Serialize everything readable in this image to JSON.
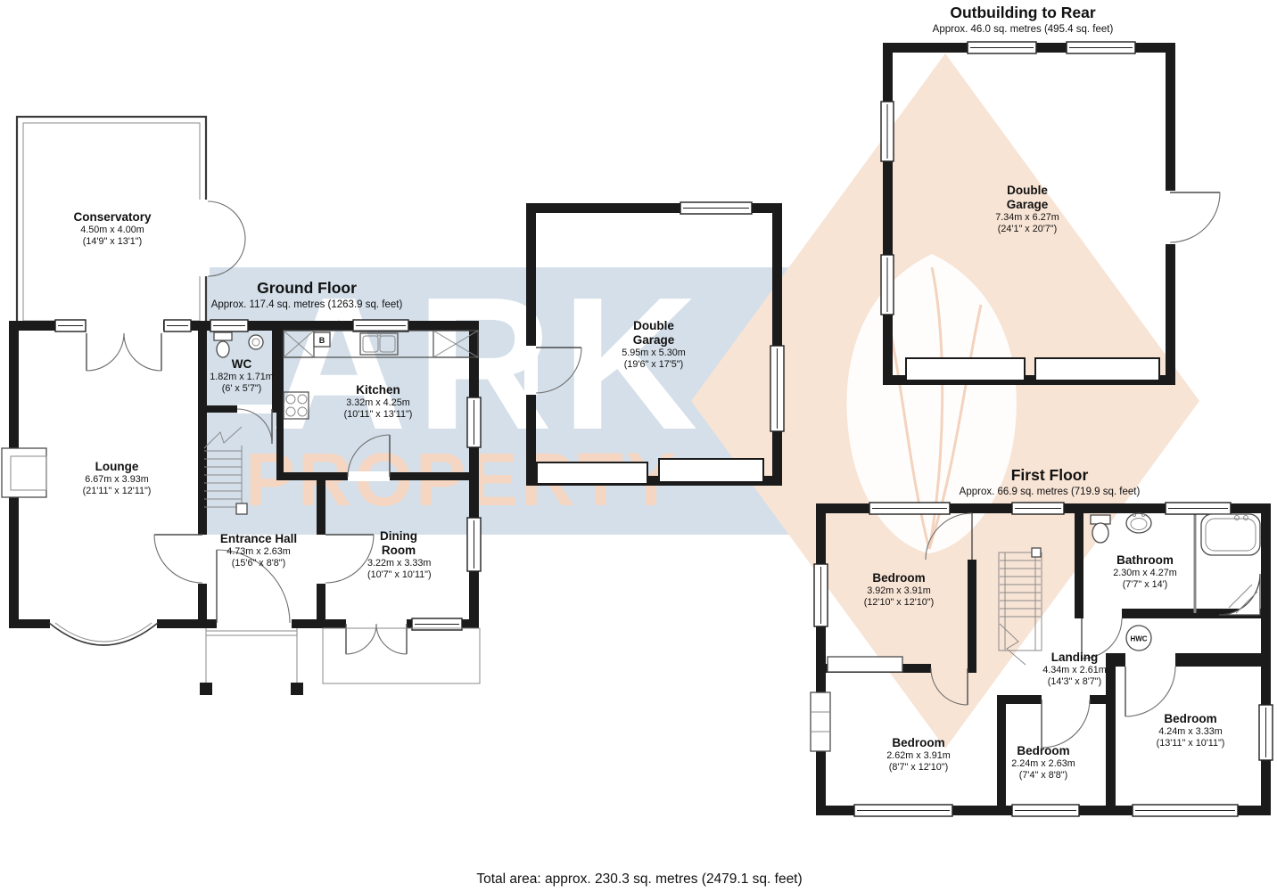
{
  "watermark": {
    "brand": "ARK",
    "brand_sub": "PROPERTY",
    "band_color": "#d4dfe9",
    "diamond_color": "#f8e4d5"
  },
  "titles": {
    "outbuilding": {
      "title": "Outbuilding to Rear",
      "area": "Approx. 46.0 sq. metres (495.4 sq. feet)"
    },
    "ground_floor": {
      "title": "Ground Floor",
      "area": "Approx. 117.4 sq. metres (1263.9 sq. feet)"
    },
    "first_floor": {
      "title": "First Floor",
      "area": "Approx. 66.9 sq. metres (719.9 sq. feet)"
    }
  },
  "rooms": {
    "conservatory": {
      "name": "Conservatory",
      "metric": "4.50m x 4.00m",
      "imperial": "(14'9\" x 13'1\")"
    },
    "lounge": {
      "name": "Lounge",
      "metric": "6.67m x 3.93m",
      "imperial": "(21'11\" x 12'11\")"
    },
    "wc": {
      "name": "WC",
      "metric": "1.82m x 1.71m",
      "imperial": "(6' x 5'7\")"
    },
    "kitchen": {
      "name": "Kitchen",
      "metric": "3.32m x 4.25m",
      "imperial": "(10'11\" x 13'11\")"
    },
    "entrance_hall": {
      "name": "Entrance Hall",
      "metric": "4.73m x 2.63m",
      "imperial": "(15'6\" x 8'8\")"
    },
    "dining_room": {
      "name": "Dining Room",
      "metric": "3.22m x 3.33m",
      "imperial": "(10'7\" x 10'11\")"
    },
    "garage": {
      "name": "Double Garage",
      "metric": "5.95m x 5.30m",
      "imperial": "(19'6\" x 17'5\")"
    },
    "outbuilding_garage": {
      "name": "Double Garage",
      "metric": "7.34m x 6.27m",
      "imperial": "(24'1\" x 20'7\")"
    },
    "bedroom_main": {
      "name": "Bedroom",
      "metric": "3.92m x 3.91m",
      "imperial": "(12'10\" x 12'10\")"
    },
    "bathroom": {
      "name": "Bathroom",
      "metric": "2.30m x 4.27m",
      "imperial": "(7'7\" x 14')"
    },
    "landing": {
      "name": "Landing",
      "metric": "4.34m x 2.61m",
      "imperial": "(14'3\" x 8'7\")"
    },
    "bedroom_left": {
      "name": "Bedroom",
      "metric": "2.62m x 3.91m",
      "imperial": "(8'7\" x 12'10\")"
    },
    "bedroom_middle": {
      "name": "Bedroom",
      "metric": "2.24m x 2.63m",
      "imperial": "(7'4\" x 8'8\")"
    },
    "bedroom_right": {
      "name": "Bedroom",
      "metric": "4.24m x 3.33m",
      "imperial": "(13'11\" x 10'11\")"
    }
  },
  "fixtures": {
    "hwc": "HWC",
    "boiler": "B"
  },
  "footer": {
    "total": "Total area: approx. 230.3 sq. metres (2479.1 sq. feet)"
  }
}
